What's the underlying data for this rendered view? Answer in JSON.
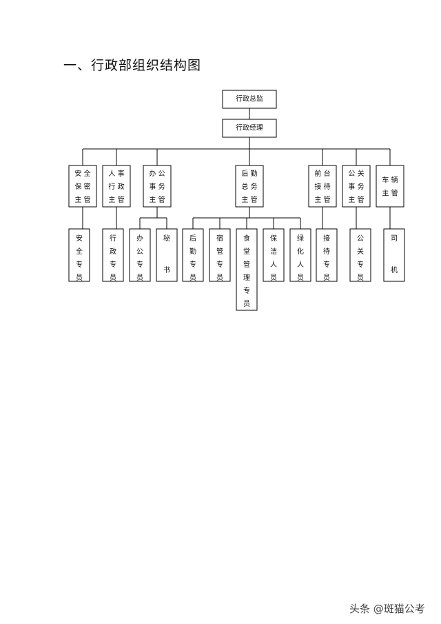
{
  "page": {
    "title": "一、行政部组织结构图",
    "watermark": "头条 @斑猫公考"
  },
  "org": {
    "top": "行政总监",
    "manager": "行政经理",
    "supervisors": [
      {
        "id": "s1",
        "label": "安全保密主管"
      },
      {
        "id": "s2",
        "label": "人事行政主管"
      },
      {
        "id": "s3",
        "label": "办公事务主管"
      },
      {
        "id": "s4",
        "label": "后勤总务主管"
      },
      {
        "id": "s5",
        "label": "前台接待主管"
      },
      {
        "id": "s6",
        "label": "公关事务主管"
      },
      {
        "id": "s7",
        "label": "车辆主管"
      }
    ],
    "staff": [
      {
        "parent": "s1",
        "label": "安全专员"
      },
      {
        "parent": "s2",
        "label": "行政专员"
      },
      {
        "parent": "s3",
        "label": "办公专员"
      },
      {
        "parent": "s3",
        "label": "秘书"
      },
      {
        "parent": "s4",
        "label": "后勤专员"
      },
      {
        "parent": "s4",
        "label": "宿管专员"
      },
      {
        "parent": "s4",
        "label": "食堂管理专员"
      },
      {
        "parent": "s4",
        "label": "保洁人员"
      },
      {
        "parent": "s4",
        "label": "绿化人员"
      },
      {
        "parent": "s5",
        "label": "接待专员"
      },
      {
        "parent": "s6",
        "label": "公关专员"
      },
      {
        "parent": "s7",
        "label": "司机"
      }
    ]
  }
}
